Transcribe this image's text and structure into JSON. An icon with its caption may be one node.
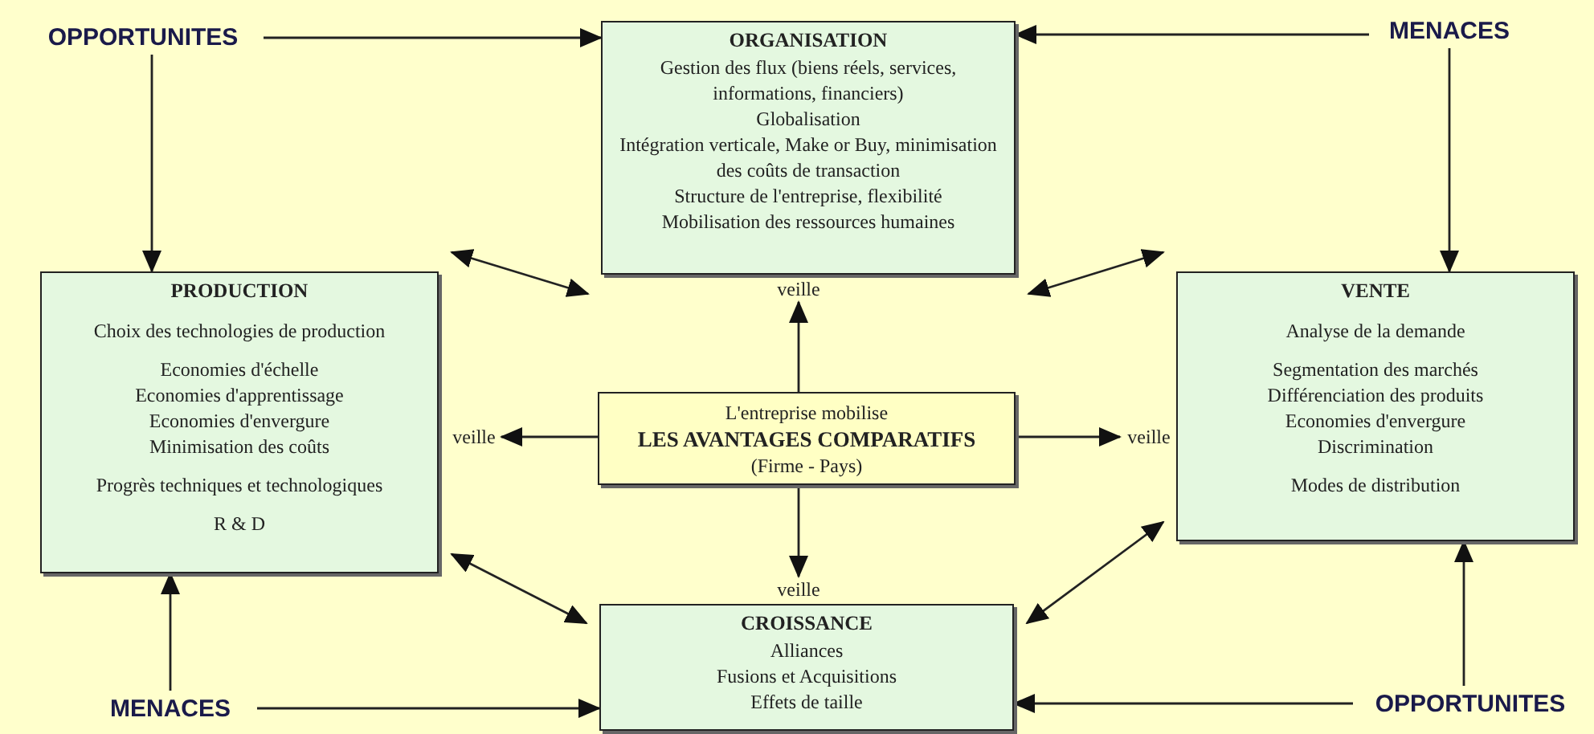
{
  "diagram": {
    "nodes": [
      {
        "text": [
          "OPPORTUNITES"
        ]
      },
      {
        "text": [
          "ORGANISATION",
          "Gestion des flux (biens réels, services, informations, financiers)",
          "Globalisation",
          "Intégration verticale, Make or Buy, minimisation des coûts de transaction",
          "Structure de l'entreprise, flexibilité",
          "Mobilisation des ressources humaines"
        ]
      },
      {
        "text": [
          "MENACES"
        ]
      },
      {
        "text": [
          "PRODUCTION",
          "Choix des technologies de production",
          "Economies d'échelle",
          "Economies d'apprentissage",
          "Economies d'envergure",
          "Minimisation des coûts",
          "Progrès techniques et technologiques",
          "R & D"
        ]
      },
      {
        "text": [
          "veille"
        ]
      },
      {
        "text": [
          "veille"
        ]
      },
      {
        "text": [
          "L'entreprise mobilise",
          "LES AVANTAGES COMPARATIFS",
          "(Firme - Pays)"
        ]
      },
      {
        "text": [
          "veille"
        ]
      },
      {
        "text": [
          "VENTE",
          "Analyse de la demande",
          "Segmentation des marchés",
          "Différenciation des produits",
          "Economies d'envergure",
          "Discrimination",
          "Modes de distribution"
        ]
      },
      {
        "text": [
          "veille"
        ]
      },
      {
        "text": [
          "CROISSANCE",
          "Alliances",
          "Fusions et Acquisitions",
          "Effets de taille"
        ]
      },
      {
        "text": [
          "MENACES"
        ]
      },
      {
        "text": [
          "OPPORTUNITES"
        ]
      }
    ],
    "edges": [
      {
        "from": 0,
        "to": 1,
        "arrow": "to"
      },
      {
        "from": 0,
        "to": 3,
        "arrow": "to"
      },
      {
        "from": 2,
        "to": 1,
        "arrow": "to"
      },
      {
        "from": 2,
        "to": 8,
        "arrow": "to"
      },
      {
        "from": 3,
        "to": 1,
        "arrow": "both"
      },
      {
        "from": 1,
        "to": 8,
        "arrow": "both"
      },
      {
        "from": 6,
        "to": 4,
        "arrow": "to"
      },
      {
        "from": 6,
        "to": 5,
        "arrow": "to"
      },
      {
        "from": 6,
        "to": 7,
        "arrow": "to"
      },
      {
        "from": 6,
        "to": 9,
        "arrow": "to"
      },
      {
        "from": 3,
        "to": 10,
        "arrow": "both"
      },
      {
        "from": 10,
        "to": 8,
        "arrow": "both"
      },
      {
        "from": 11,
        "to": 3,
        "arrow": "to"
      },
      {
        "from": 11,
        "to": 10,
        "arrow": "to"
      },
      {
        "from": 12,
        "to": 8,
        "arrow": "to"
      },
      {
        "from": 12,
        "to": 10,
        "arrow": "to"
      }
    ]
  }
}
